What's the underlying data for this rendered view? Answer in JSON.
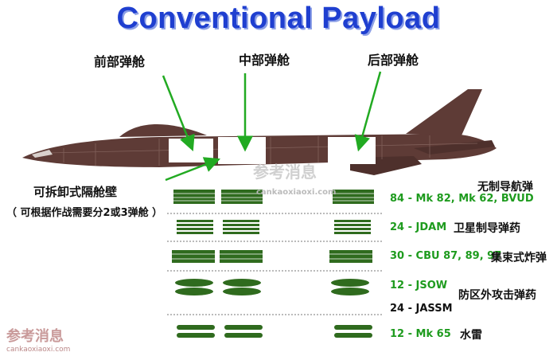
{
  "title": "Conventional Payload",
  "bays": {
    "front": "前部弹舱",
    "middle": "中部弹舱",
    "rear": "后部弹舱"
  },
  "bulkhead": {
    "line1": "可拆卸式隔舱壁",
    "line2": "（ 可根据作战需要分2或3弹舱 ）"
  },
  "payloads": [
    {
      "count_label": "84 - Mk 82, Mk 62, BVUD",
      "cn_label": "无制导航弹"
    },
    {
      "count_label": "24 - JDAM",
      "cn_label": "卫星制导弹药"
    },
    {
      "count_label": "30 - CBU 87, 89, 97",
      "cn_label": "集束式炸弹"
    },
    {
      "count_label": "12 - JSOW",
      "cn_label": "防区外攻击弹药"
    },
    {
      "count_label": "24 - JASSM",
      "cn_label": ""
    },
    {
      "count_label": "12 - Mk 65",
      "cn_label": "水雷"
    }
  ],
  "watermark": {
    "text": "参考消息",
    "url": "cankaoxiaoxi.com"
  },
  "colors": {
    "title": "#1f3fd0",
    "aircraft": "#5e3b36",
    "arrows": "#22aa22",
    "munitions": "#2f6b1e",
    "payload_text": "#1e9b1e"
  }
}
